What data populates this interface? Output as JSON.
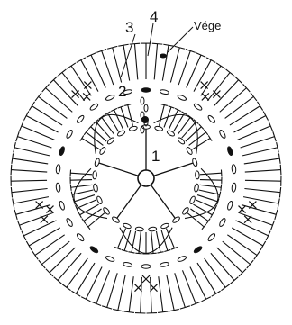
{
  "diagram": {
    "labels": {
      "round_1": "1",
      "round_2": "2",
      "round_3": "3",
      "round_4": "4",
      "end": "Vége"
    },
    "colors": {
      "ink": "#111111",
      "background": "#ffffff"
    },
    "symbols": {
      "stitch_marks": [
        "x-icon",
        "chain-oval-icon",
        "treble-stitch-icon",
        "slip-stitch-dot-icon",
        "arrow-icon",
        "magic-ring-icon"
      ]
    }
  }
}
